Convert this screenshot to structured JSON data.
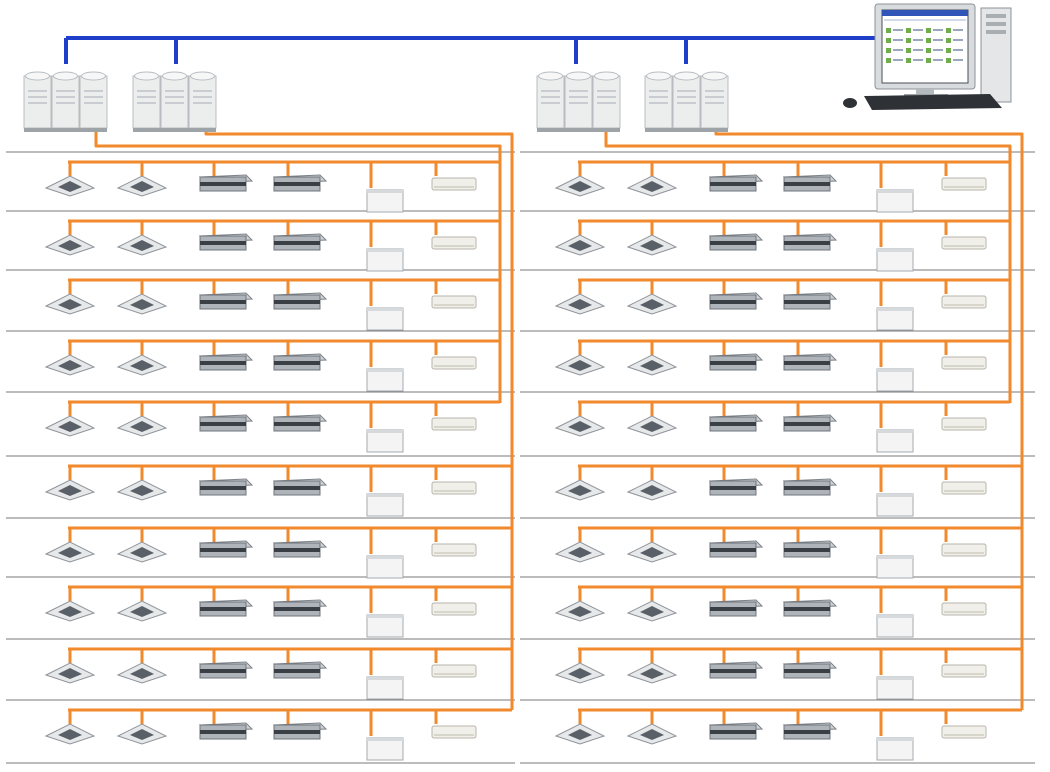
{
  "colors": {
    "network_line": "#1f3ec9",
    "refrigerant_pipe": "#f08a2c",
    "floor_line": "#7a7a7a",
    "unit_body": "#eceded",
    "unit_shadow": "#b8bcc0",
    "duct_body": "#aeb4ba",
    "duct_stripe": "#3a3f45",
    "pc_blue": "#2f55b8"
  },
  "central_controller": {
    "icon": "desktop-computer-icon",
    "screen_text": ""
  },
  "outdoor_units": [
    {
      "id": "odu-1",
      "group": "left",
      "icon": "outdoor-unit-icon"
    },
    {
      "id": "odu-2",
      "group": "left",
      "icon": "outdoor-unit-icon"
    },
    {
      "id": "odu-3",
      "group": "right",
      "icon": "outdoor-unit-icon"
    },
    {
      "id": "odu-4",
      "group": "right",
      "icon": "outdoor-unit-icon"
    }
  ],
  "floors": 10,
  "indoor_unit_types_per_floor": [
    "cassette",
    "cassette",
    "ducted",
    "ducted",
    "floor-standing",
    "wall-mounted"
  ]
}
